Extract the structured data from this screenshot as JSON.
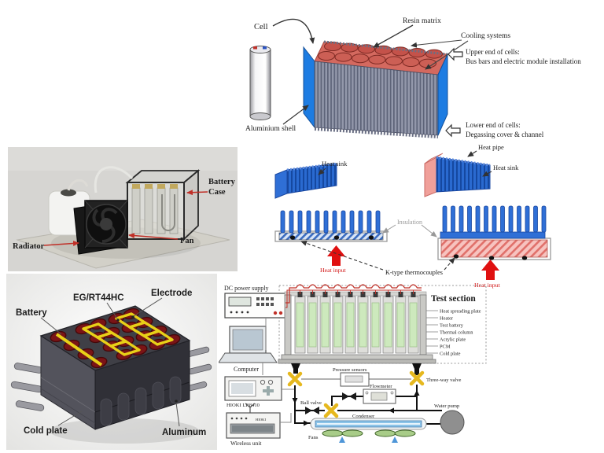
{
  "module_diagram": {
    "cell": "Cell",
    "resin_matrix": "Resin matrix",
    "cooling_systems": "Cooling systems",
    "upper_note_1": "Upper end of cells:",
    "upper_note_2": "Bus bars and electric module installation",
    "aluminium_shell": "Aluminium shell",
    "lower_note_1": "Lower end of cells:",
    "lower_note_2": "Degassing cover & channel"
  },
  "radiator_render": {
    "battery_case_1": "Battery",
    "battery_case_2": "Case",
    "radiator": "Radiator",
    "fan": "Fan"
  },
  "heatsink_diagram": {
    "heat_sink_left": "Heat sink",
    "heat_pipe": "Heat pipe",
    "heat_sink_right": "Heat sink",
    "insulation": "Insulation",
    "thermocouples": "K-type thermocouples",
    "heat_input_left": "Heat input",
    "heat_input_right": "Heat input"
  },
  "pcm_render": {
    "battery": "Battery",
    "pcm": "EG/RT44HC",
    "electrode": "Electrode",
    "cold_plate": "Cold plate",
    "aluminum": "Aluminum"
  },
  "test_rig": {
    "dc_power_supply": "DC power supply",
    "computer": "Computer",
    "datalogger": "HIOKI LR8410",
    "wireless_unit": "Wireless unit",
    "wireless_brand": "HIOKI",
    "test_section": "Test section",
    "legend": [
      "Heat spreading plate",
      "Heater",
      "Test battery",
      "Thermal column",
      "Acrylic plate",
      "PCM",
      "Cold plate"
    ],
    "pressure_sensors": "Pressure sensors",
    "three_way_valve": "Three-way valve",
    "flowmeter": "Flowmeter",
    "ball_valve": "Ball valve",
    "condenser": "Condenser",
    "water_pump": "Water pump",
    "fans": "Fans"
  },
  "colors": {
    "shell_blue": "#1d7ce2",
    "resin_red": "#d4695f",
    "fin_gray": "#9398ab",
    "heatsink_blue": "#2468cc",
    "heatpipe_pink": "#f0a09a",
    "heat_input_red": "#e01010",
    "valve_yellow": "#e6b81e",
    "cell_green": "#cde9bd",
    "condenser_blue": "#8cc4e8",
    "label_arrow_red": "#c03028"
  }
}
